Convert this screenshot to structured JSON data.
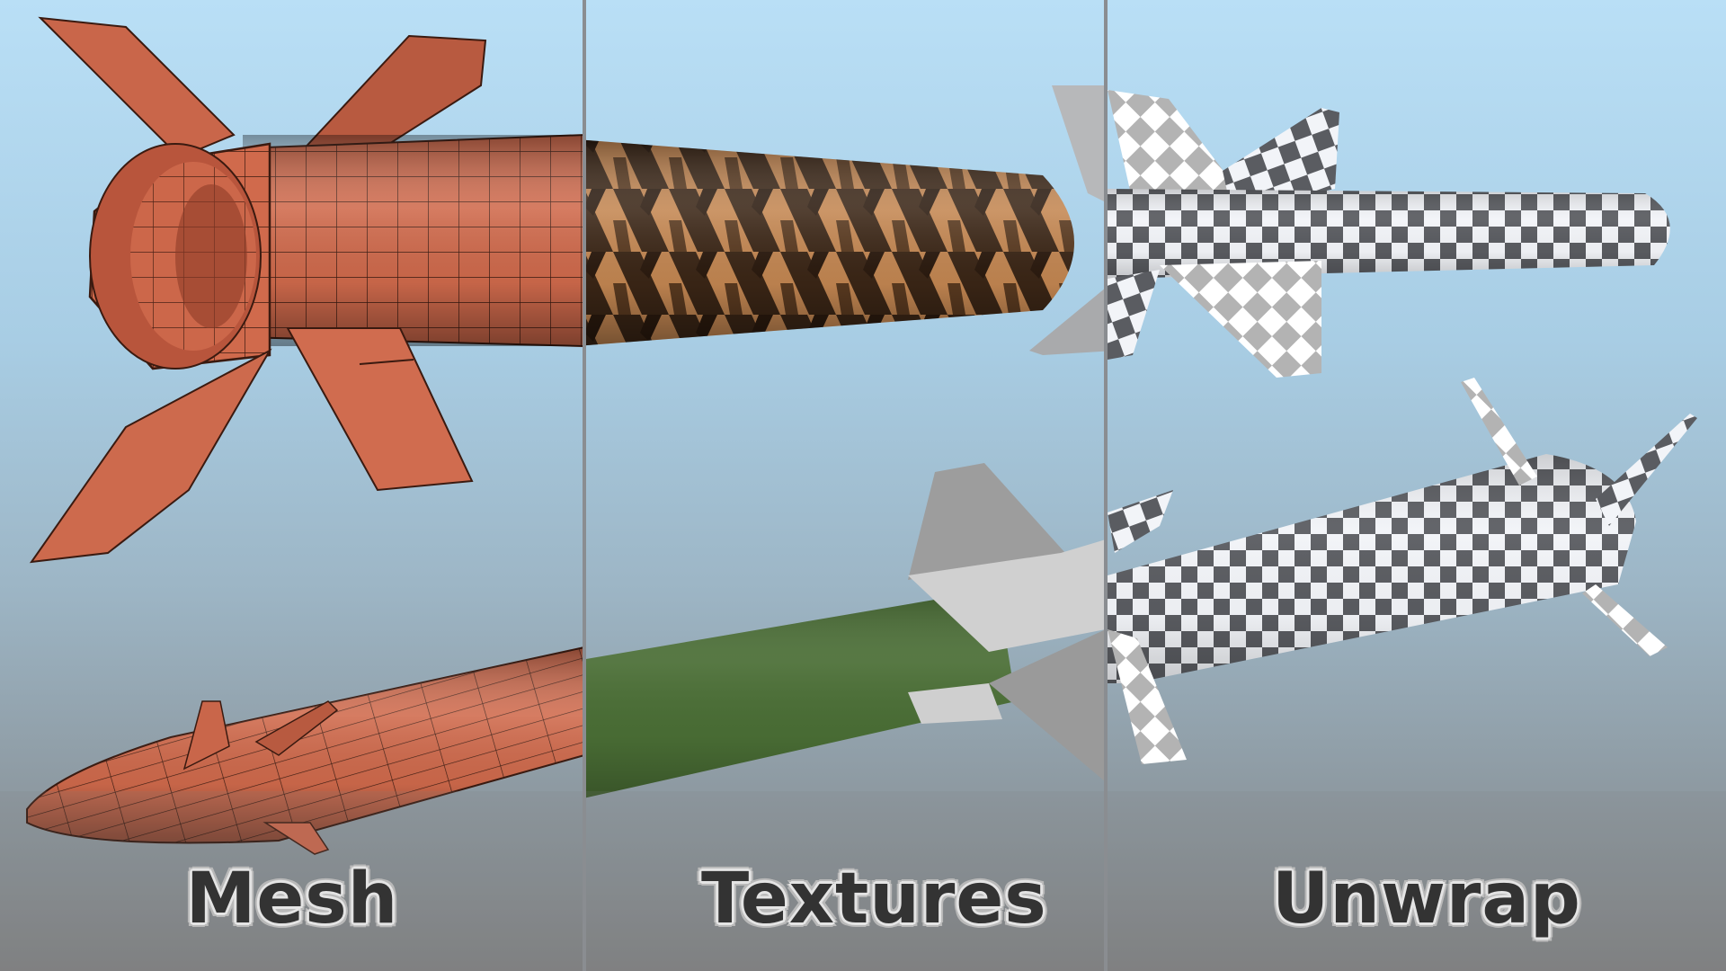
{
  "panels": [
    {
      "id": "mesh",
      "label": "Mesh"
    },
    {
      "id": "textures",
      "label": "Textures"
    },
    {
      "id": "unwrap",
      "label": "Unwrap"
    }
  ],
  "colors": {
    "sky_top": "#b8def5",
    "sky_mid": "#9fbdd0",
    "ground_bottom": "#808080",
    "mesh_orange": "#d2694b",
    "mesh_wire": "#3a1a10",
    "texture_brown_light": "#c98c55",
    "texture_brown_dark": "#3b2616",
    "texture_green": "#4a6e35",
    "fin_grey": "#c9c9c9",
    "checker_dark": "#5a5c61",
    "checker_light": "#f2f4f8",
    "divider": "#8a8d91",
    "label_text": "#333333",
    "label_outline": "#e4e4e4"
  }
}
